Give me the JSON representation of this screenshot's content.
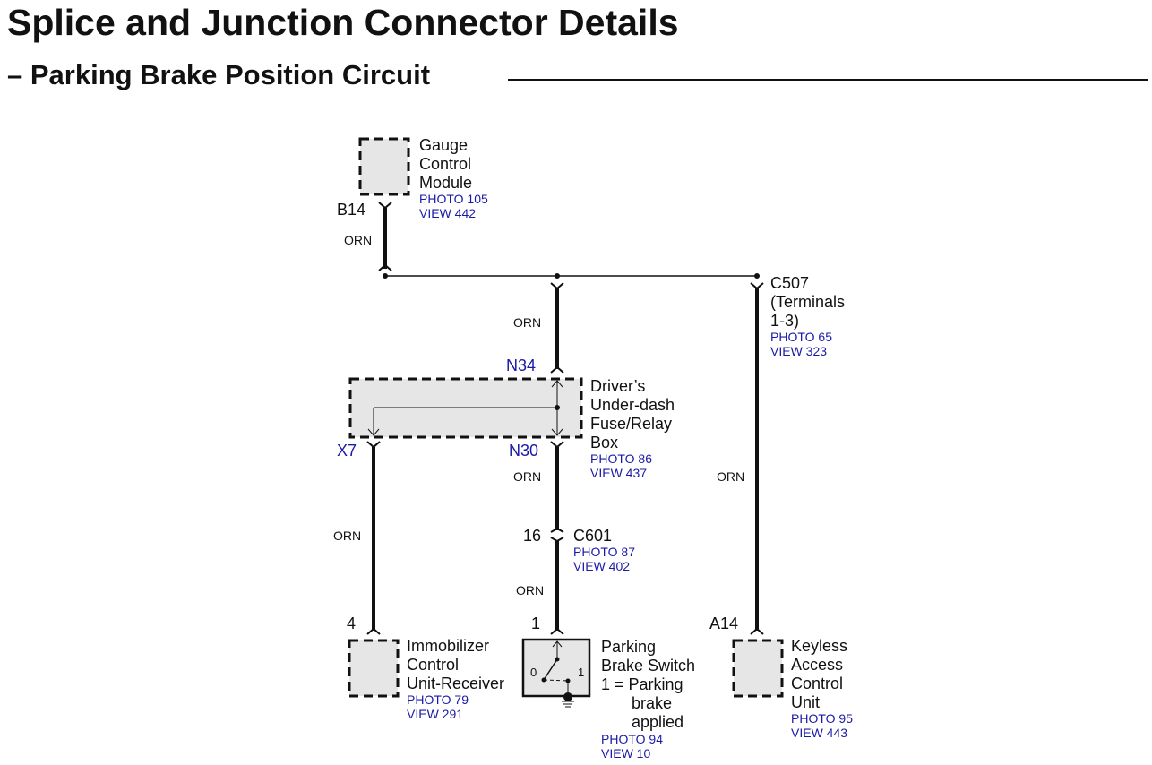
{
  "header": {
    "title": "Splice and Junction Connector Details",
    "subtitle": "– Parking Brake Position Circuit"
  },
  "components": {
    "gauge": {
      "lines": [
        "Gauge",
        "Control",
        "Module"
      ],
      "photo": "PHOTO 105",
      "view": "VIEW 442"
    },
    "fusebox": {
      "lines": [
        "Driver’s",
        "Under-dash",
        "Fuse/Relay",
        "Box"
      ],
      "photo": "PHOTO 86",
      "view": "VIEW 437"
    },
    "c507": {
      "lines": [
        "C507",
        "(Terminals",
        "1-3)"
      ],
      "photo": "PHOTO 65",
      "view": "VIEW 323"
    },
    "c601": {
      "name": "C601",
      "pin": "16",
      "photo": "PHOTO 87",
      "view": "VIEW 402"
    },
    "immobilizer": {
      "lines": [
        "Immobilizer",
        "Control",
        "Unit-Receiver"
      ],
      "photo": "PHOTO 79",
      "view": "VIEW 291",
      "pin": "4"
    },
    "parking_switch": {
      "lines": [
        "Parking",
        "Brake Switch",
        "1 = Parking",
        "brake",
        "applied"
      ],
      "photo": "PHOTO 94",
      "view": "VIEW 10",
      "pin": "1",
      "pos0": "0",
      "pos1": "1"
    },
    "keyless": {
      "lines": [
        "Keyless",
        "Access",
        "Control",
        "Unit"
      ],
      "photo": "PHOTO 95",
      "view": "VIEW 443",
      "pin": "A14"
    }
  },
  "pins": {
    "b14": "B14",
    "n34": "N34",
    "x7": "X7",
    "n30": "N30"
  },
  "wires": {
    "gauge_to_splice": "ORN",
    "splice_to_n34": "ORN",
    "n30_to_c601": "ORN",
    "c601_to_switch": "ORN",
    "x7_to_immobilizer": "ORN",
    "c507_to_keyless": "ORN"
  }
}
